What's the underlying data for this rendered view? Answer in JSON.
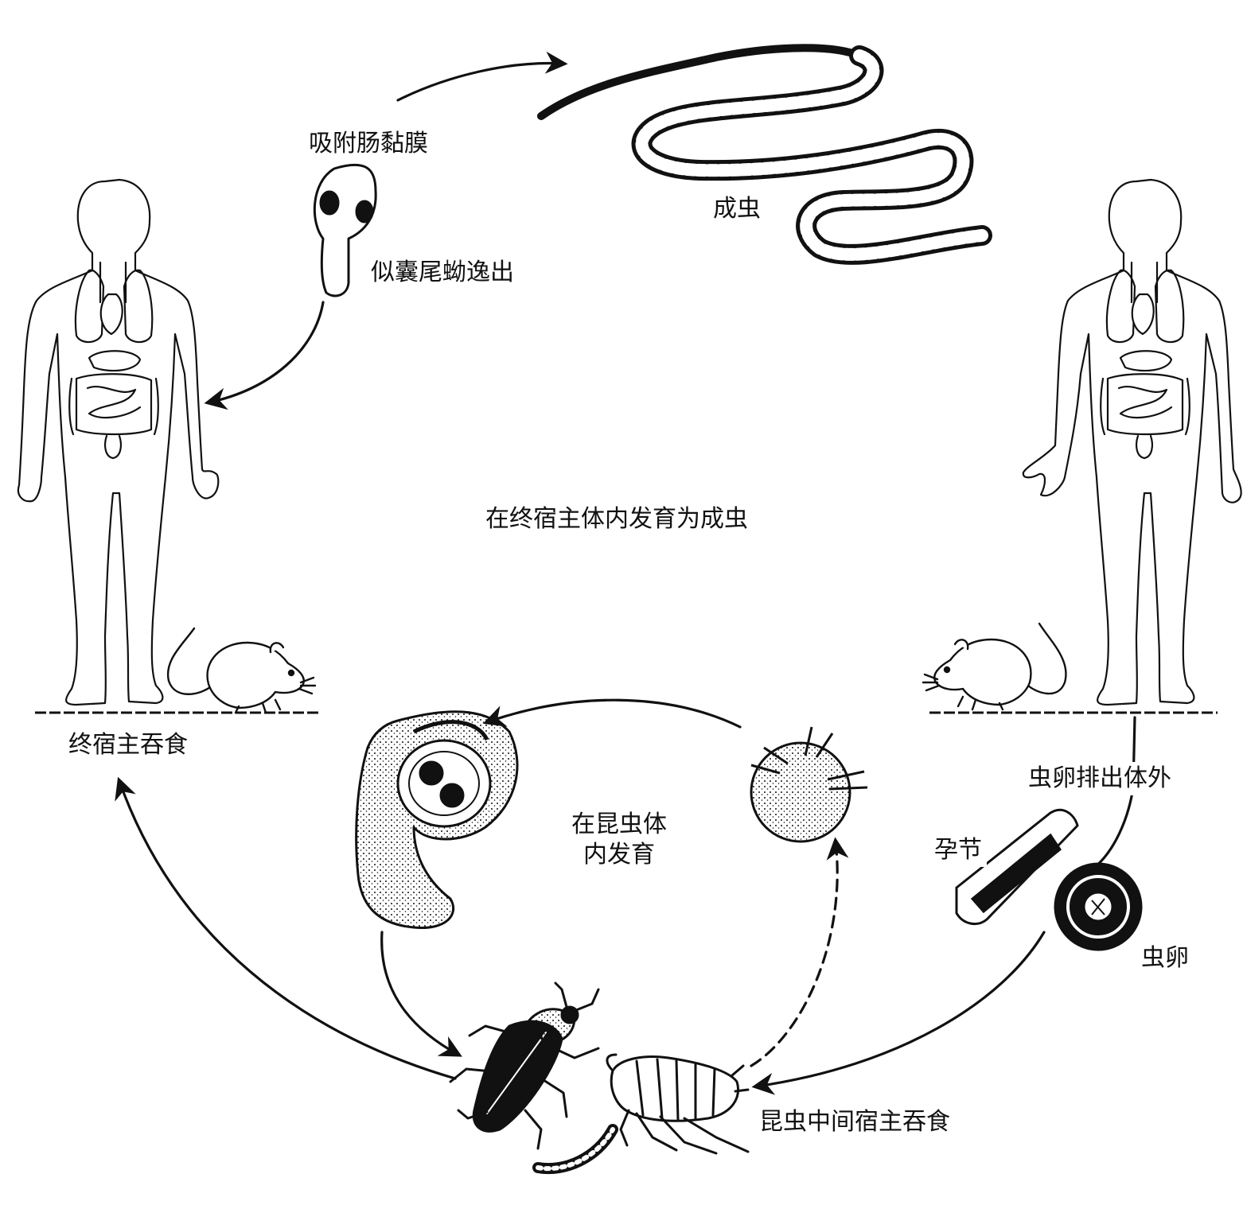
{
  "labels": {
    "attach_mucosa": "吸附肠黏膜",
    "adult_worm": "成虫",
    "cysticercoid_escape": "似囊尾蚴逸出",
    "develop_in_definitive_host": "在终宿主体内发育为成虫",
    "eaten_by_definitive_host": "终宿主吞食",
    "eggs_excreted": "虫卵排出体外",
    "gravid_proglottid": "孕节",
    "egg": "虫卵",
    "develop_in_insect_line1": "在昆虫体",
    "develop_in_insect_line2": "内发育",
    "eaten_by_insect_host": "昆虫中间宿主吞食"
  },
  "colors": {
    "ink": "#111111",
    "background": "#ffffff"
  },
  "icons": [
    "human-figure-left",
    "human-figure-right",
    "mouse-left",
    "mouse-right",
    "tapeworm-adult",
    "cysticercoid-scolex",
    "cysticercoid-larva",
    "oncosphere",
    "gravid-proglottid",
    "tapeworm-egg",
    "beetle",
    "flea",
    "larva"
  ]
}
